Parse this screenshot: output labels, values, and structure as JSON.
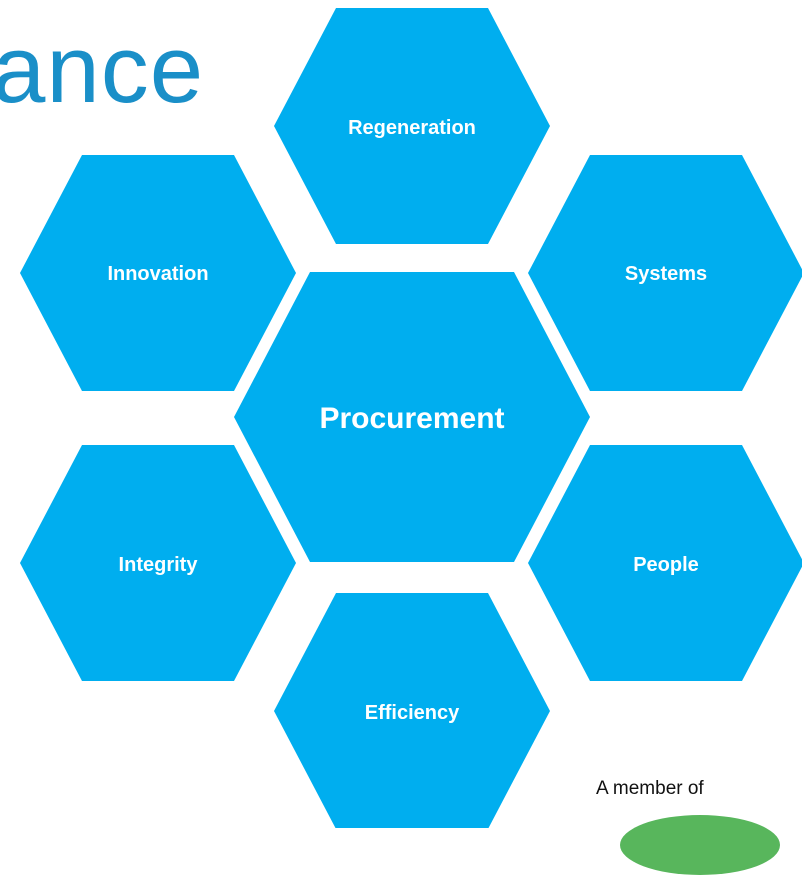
{
  "title_fragment": "ance",
  "colors": {
    "hexagon_fill": "#00aeef",
    "title_text": "#1a8fc8",
    "label_text": "#ffffff",
    "logo_green": "#58b65c"
  },
  "center": {
    "label": "Procurement"
  },
  "hexagons": [
    {
      "id": "regeneration",
      "label": "Regeneration"
    },
    {
      "id": "innovation",
      "label": "Innovation"
    },
    {
      "id": "systems",
      "label": "Systems"
    },
    {
      "id": "integrity",
      "label": "Integrity"
    },
    {
      "id": "people",
      "label": "People"
    },
    {
      "id": "efficiency",
      "label": "Efficiency"
    }
  ],
  "footer": {
    "member_text": "A member of"
  }
}
